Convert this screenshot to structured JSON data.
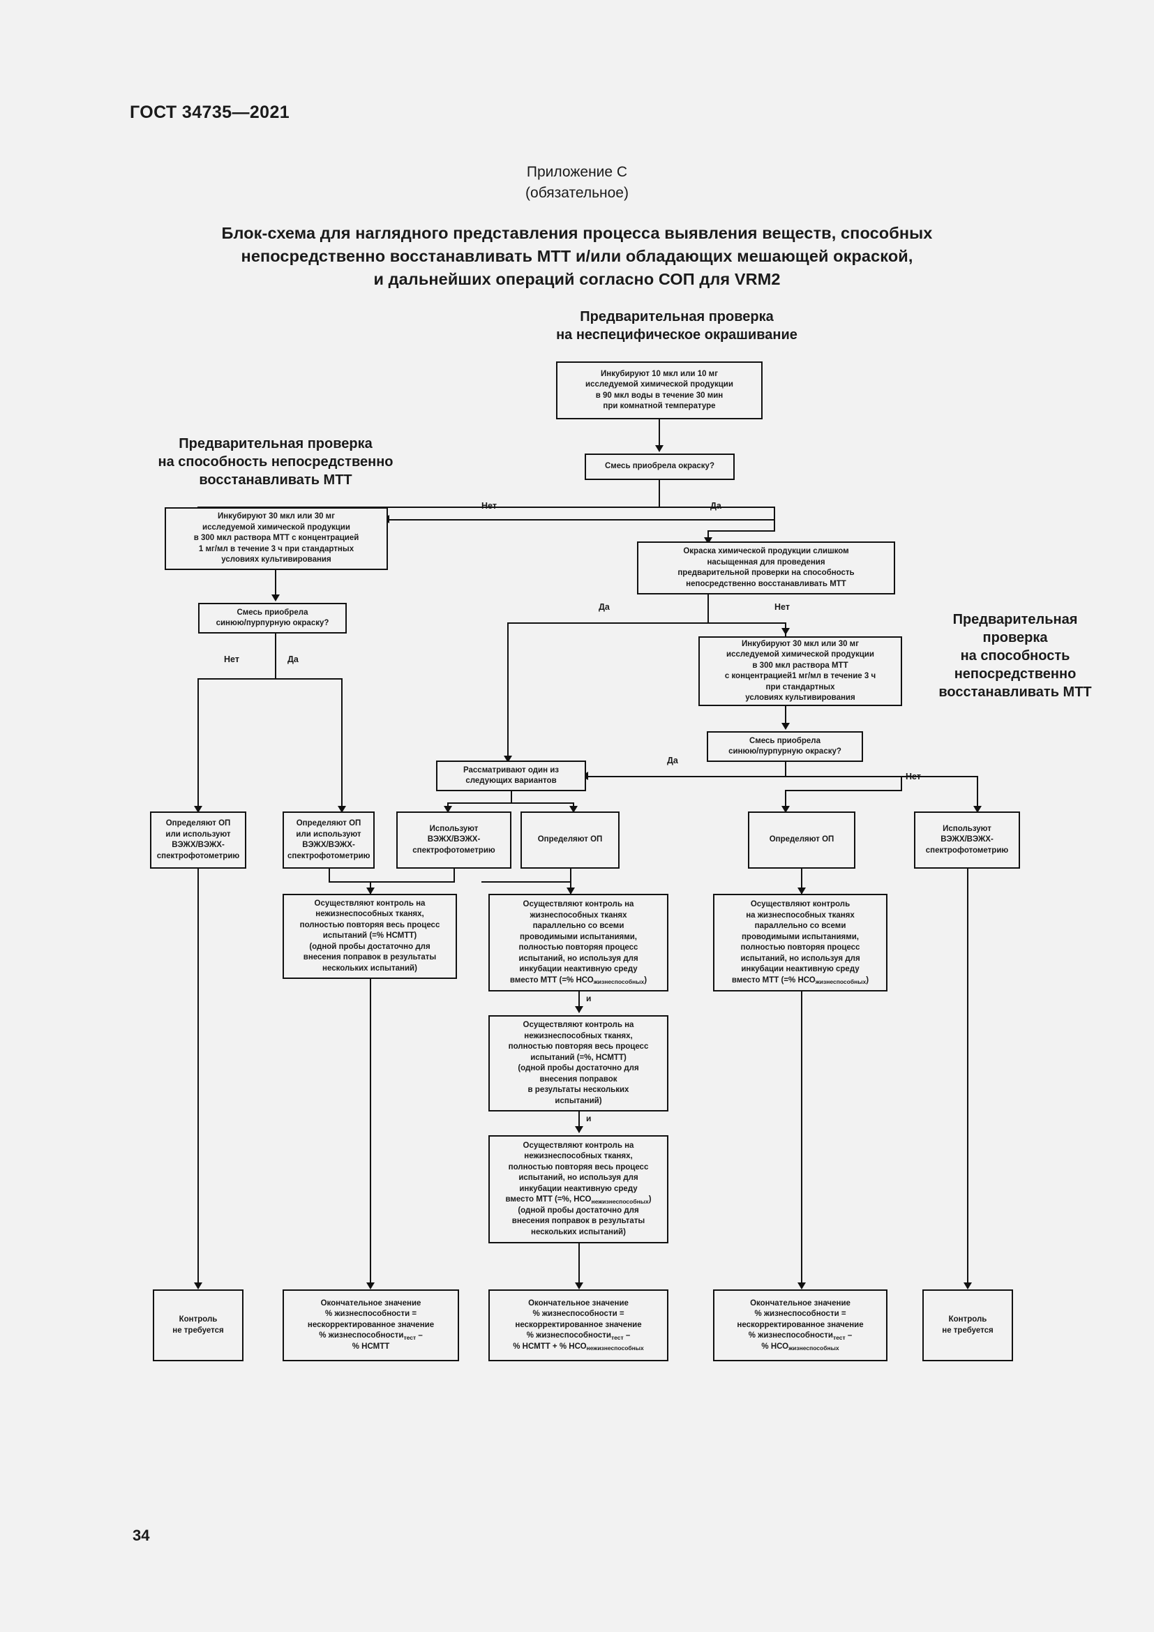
{
  "document": {
    "standard_header": "ГОСТ 34735—2021",
    "page_number": "34",
    "annex_title": "Приложение С",
    "annex_subtitle": "(обязательное)",
    "main_title_line1": "Блок-схема для наглядного представления процесса выявления веществ, способных",
    "main_title_line2": "непосредственно восстанавливать МТТ и/или обладающих мешающей окраской,",
    "main_title_line3": "и дальнейших операций согласно СОП для VRM2"
  },
  "captions": {
    "nonspecific_l1": "Предварительная проверка",
    "nonspecific_l2": "на неспецифическое окрашивание",
    "left_direct_l1": "Предварительная проверка",
    "left_direct_l2": "на способность непосредственно",
    "left_direct_l3": "восстанавливать МТТ",
    "right_direct_l1": "Предварительная",
    "right_direct_l2": "проверка",
    "right_direct_l3": "на способность",
    "right_direct_l4": "непосредственно",
    "right_direct_l5": "восстанавливать МТТ"
  },
  "edge_labels": {
    "net1": "Нет",
    "da1": "Да",
    "da2": "Да",
    "net2": "Нет",
    "net3": "Нет",
    "da3": "Да",
    "da4": "Да",
    "net4": "Нет",
    "i1": "и",
    "i2": "и"
  },
  "boxes": {
    "incubate_water": {
      "l1": "Инкубируют 10 мкл или 10 мг",
      "l2": "исследуемой химической продукции",
      "l3": "в 90 мкл воды в течение 30 мин",
      "l4": "при комнатной температуре"
    },
    "mixture_colored": {
      "l1": "Смесь приобрела окраску?"
    },
    "incubate_mtt_left": {
      "l1": "Инкубируют 30 мкл или 30 мг",
      "l2": "исследуемой химической продукции",
      "l3": "в 300 мкл раствора МТТ с концентрацией",
      "l4": "1 мг/мл в течение 3 ч при стандартных",
      "l5": "условиях культивирования"
    },
    "too_saturated": {
      "l1": "Окраска химической продукции слишком",
      "l2": "насыщенная для проведения",
      "l3": "предварительной проверки на способность",
      "l4": "непосредственно восстанавливать МТТ"
    },
    "incubate_mtt_right": {
      "l1": "Инкубируют 30 мкл или 30 мг",
      "l2": "исследуемой химической продукции",
      "l3": "в 300 мкл раствора МТТ",
      "l4": "с концентрацией1 мг/мл в течение 3 ч",
      "l5": "при стандартных",
      "l6": "условиях культивирования"
    },
    "blue_purple_left": {
      "l1": "Смесь приобрела",
      "l2": "синюю/пурпурную окраску?"
    },
    "blue_purple_right": {
      "l1": "Смесь приобрела",
      "l2": "синюю/пурпурную окраску?"
    },
    "consider_options": {
      "l1": "Рассматривают один из",
      "l2": "следующих вариантов"
    },
    "od_hplc_1": {
      "l1": "Определяют ОП",
      "l2": "или используют",
      "l3": "ВЭЖХ/ВЭЖХ-",
      "l4": "спектрофотометрию"
    },
    "od_hplc_2": {
      "l1": "Определяют ОП",
      "l2": "или используют",
      "l3": "ВЭЖХ/ВЭЖХ-",
      "l4": "спектрофотометрию"
    },
    "hplc_only_1": {
      "l1": "Используют",
      "l2": "ВЭЖХ/ВЭЖХ-",
      "l3": "спектрофотометрию"
    },
    "od_only_1": {
      "l1": "Определяют ОП"
    },
    "od_only_2": {
      "l1": "Определяют ОП"
    },
    "hplc_only_2": {
      "l1": "Используют",
      "l2": "ВЭЖХ/ВЭЖХ-",
      "l3": "спектрофотометрию"
    },
    "control_nonviable_a": {
      "l1": "Осуществляют контроль на",
      "l2": "нежизнеспособных тканях,",
      "l3": "полностью повторяя весь процесс",
      "l4": "испытаний (=% НСМТТ)",
      "l5": "(одной пробы достаточно для",
      "l6": "внесения поправок в результаты",
      "l7": "нескольких испытаний)"
    },
    "control_viable_b": {
      "l1": "Осуществляют контроль на",
      "l2": "жизнеспособных тканях",
      "l3": "параллельно со всеми",
      "l4": "проводимыми испытаниями,",
      "l5": "полностью повторяя процесс",
      "l6": "испытаний, но используя для",
      "l7": "инкубации неактивную среду",
      "l8_pre": "вместо МТТ (=% НСО",
      "l8_sub": "жизнеспособных",
      "l8_post": ")"
    },
    "control_nonviable_b2": {
      "l1": "Осуществляют контроль на",
      "l2": "нежизнеспособных тканях,",
      "l3": "полностью повторяя весь процесс",
      "l4": "испытаний (=%, НСМТТ)",
      "l5": "(одной пробы достаточно для",
      "l6": "внесения поправок",
      "l7": "в результаты нескольких",
      "l8": "испытаний)"
    },
    "control_nonviable_b3": {
      "l1": "Осуществляют контроль на",
      "l2": "нежизнеспособных тканях,",
      "l3": "полностью повторяя весь процесс",
      "l4": "испытаний, но используя для",
      "l5": "инкубации неактивную среду",
      "l6_pre": "вместо МТТ (=%, НСО",
      "l6_sub": "нежизнеспособных",
      "l6_post": ")",
      "l7": "(одной пробы достаточно для",
      "l8": "внесения поправок в результаты",
      "l9": "нескольких испытаний)"
    },
    "control_viable_c": {
      "l1": "Осуществляют контроль",
      "l2": "на жизнеспособных тканях",
      "l3": "параллельно со всеми",
      "l4": "проводимыми испытаниями,",
      "l5": "полностью повторяя процесс",
      "l6": "испытаний, но используя для",
      "l7": "инкубации неактивную среду",
      "l8_pre": "вместо МТТ (=% НСО",
      "l8_sub": "жизнеспособных",
      "l8_post": ")"
    },
    "no_control_left": {
      "l1": "Контроль",
      "l2": "не требуется"
    },
    "no_control_right": {
      "l1": "Контроль",
      "l2": "не требуется"
    },
    "final_a": {
      "l1": "Окончательное значение",
      "l2": "% жизнеспособности =",
      "l3": "нескорректированное значение",
      "l4_pre": "% жизнеспособности",
      "l4_sub": "тест",
      "l4_post": " –",
      "l5": "% НСМТТ"
    },
    "final_b": {
      "l1": "Окончательное значение",
      "l2": "% жизнеспособности =",
      "l3": "нескорректированное значение",
      "l4_pre": "% жизнеспособности",
      "l4_sub": "тест",
      "l4_post": " –",
      "l5_pre": "% НСМТТ + % НСО",
      "l5_sub": "нежизнеспособных"
    },
    "final_c": {
      "l1": "Окончательное значение",
      "l2": "% жизнеспособности =",
      "l3": "нескорректированное значение",
      "l4_pre": "% жизнеспособности",
      "l4_sub": "тест",
      "l4_post": " –",
      "l5_pre": "% НСО",
      "l5_sub": "жизнеспособных"
    }
  },
  "colors": {
    "page_background": "#f2f2f2",
    "ink": "#111111",
    "box_fill": "#f2f2f2"
  }
}
